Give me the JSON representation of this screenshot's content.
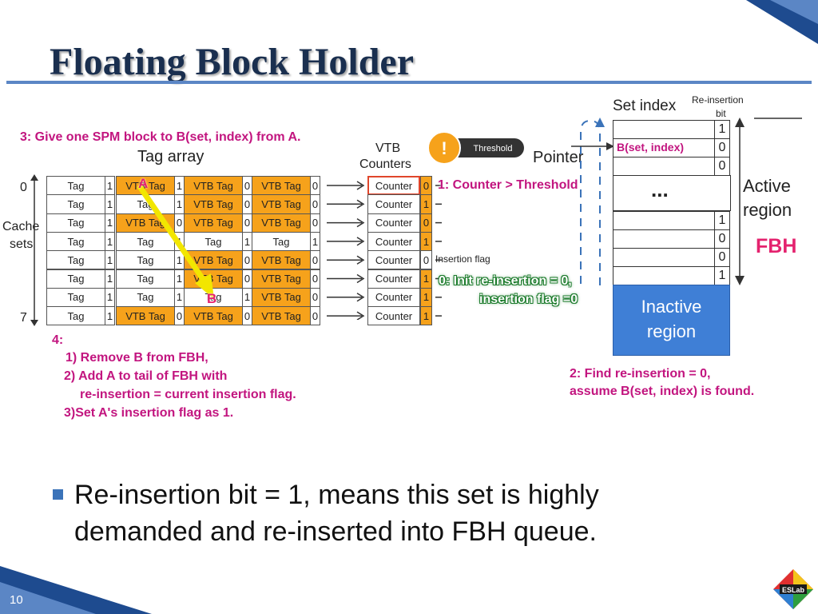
{
  "slide": {
    "title": "Floating Block Holder",
    "page_number": "10",
    "logo_text": "ESLab"
  },
  "diagram": {
    "step3": "3: Give one SPM block to B(set, index) from A.",
    "tag_array_label": "Tag array",
    "cache_sets_label_1": "Cache",
    "cache_sets_label_2": "sets",
    "row_first": "0",
    "row_last": "7",
    "rows": [
      [
        {
          "t": "Tag",
          "b": "1",
          "o": false
        },
        {
          "t": "VTB Tag",
          "b": "1",
          "o": true
        },
        {
          "t": "VTB Tag",
          "b": "0",
          "o": true
        },
        {
          "t": "VTB Tag",
          "b": "0",
          "o": true
        }
      ],
      [
        {
          "t": "Tag",
          "b": "1",
          "o": false
        },
        {
          "t": "Tag",
          "b": "1",
          "o": false
        },
        {
          "t": "VTB Tag",
          "b": "0",
          "o": true
        },
        {
          "t": "VTB Tag",
          "b": "0",
          "o": true
        }
      ],
      [
        {
          "t": "Tag",
          "b": "1",
          "o": false
        },
        {
          "t": "VTB Tag",
          "b": "0",
          "o": true
        },
        {
          "t": "VTB Tag",
          "b": "0",
          "o": true
        },
        {
          "t": "VTB Tag",
          "b": "0",
          "o": true
        }
      ],
      [
        {
          "t": "Tag",
          "b": "1",
          "o": false
        },
        {
          "t": "Tag",
          "b": "1",
          "o": false
        },
        {
          "t": "Tag",
          "b": "1",
          "o": false
        },
        {
          "t": "Tag",
          "b": "1",
          "o": false
        }
      ],
      [
        {
          "t": "Tag",
          "b": "1",
          "o": false
        },
        {
          "t": "Tag",
          "b": "1",
          "o": false
        },
        {
          "t": "VTB Tag",
          "b": "0",
          "o": true
        },
        {
          "t": "VTB Tag",
          "b": "0",
          "o": true
        }
      ],
      [
        {
          "t": "Tag",
          "b": "1",
          "o": false
        },
        {
          "t": "Tag",
          "b": "1",
          "o": false
        },
        {
          "t": "VTB Tag",
          "b": "0",
          "o": true
        },
        {
          "t": "VTB Tag",
          "b": "0",
          "o": true
        }
      ],
      [
        {
          "t": "Tag",
          "b": "1",
          "o": false
        },
        {
          "t": "Tag",
          "b": "1",
          "o": false
        },
        {
          "t": "Tag",
          "b": "1",
          "o": false
        },
        {
          "t": "VTB Tag",
          "b": "0",
          "o": true
        }
      ],
      [
        {
          "t": "Tag",
          "b": "1",
          "o": false
        },
        {
          "t": "VTB Tag",
          "b": "0",
          "o": true
        },
        {
          "t": "VTB Tag",
          "b": "0",
          "o": true
        },
        {
          "t": "VTB Tag",
          "b": "0",
          "o": true
        }
      ]
    ],
    "marker_a": "A",
    "marker_b": "B",
    "vtb_counters_label_1": "VTB",
    "vtb_counters_label_2": "Counters",
    "counters": [
      {
        "t": "Counter",
        "b": "0",
        "o": true,
        "highlight": true
      },
      {
        "t": "Counter",
        "b": "1",
        "o": true,
        "highlight": false
      },
      {
        "t": "Counter",
        "b": "0",
        "o": true,
        "highlight": false
      },
      {
        "t": "Counter",
        "b": "1",
        "o": true,
        "highlight": false
      },
      {
        "t": "Counter",
        "b": "0",
        "o": false,
        "highlight": false
      },
      {
        "t": "Counter",
        "b": "1",
        "o": true,
        "highlight": false
      },
      {
        "t": "Counter",
        "b": "1",
        "o": true,
        "highlight": false
      },
      {
        "t": "Counter",
        "b": "1",
        "o": true,
        "highlight": false
      }
    ],
    "threshold_label": "Threshold",
    "step1": "1: Counter > Threshold",
    "insertion_flag_label": "Insertion flag",
    "step0_line1": "0: Init re-insertion = 0,",
    "step0_line2": "insertion flag =0",
    "pointer_label": "Pointer",
    "set_index_label": "Set index",
    "reinsertion_bit_label_1": "Re-insertion",
    "reinsertion_bit_label_2": "bit",
    "fbh_entry": "B(set, index)",
    "ellipsis": "...",
    "reinsertion_bits_top": [
      "1",
      "0",
      "0"
    ],
    "reinsertion_bits_bottom": [
      "1",
      "0",
      "0",
      "1"
    ],
    "active_region_1": "Active",
    "active_region_2": "region",
    "fbh_label": "FBH",
    "inactive_region_1": "Inactive",
    "inactive_region_2": "region",
    "step2_line1": "2: Find re-insertion = 0,",
    "step2_line2": "assume B(set, index) is found.",
    "step4_line0": "4:",
    "step4_line1": "1) Remove B from FBH,",
    "step4_line2": "2) Add A to tail of FBH with",
    "step4_line3": "re-insertion = current insertion flag.",
    "step4_line4": "3)Set A's insertion flag as 1.",
    "colors": {
      "orange": "#f6a21b",
      "magenta": "#c2157f",
      "blue_region": "#3f7fd6",
      "green": "#1a7a2a"
    }
  },
  "bullet": {
    "text_line1": "Re-insertion bit = 1, means this set is highly",
    "text_line2": "demanded and re-inserted into FBH queue."
  }
}
